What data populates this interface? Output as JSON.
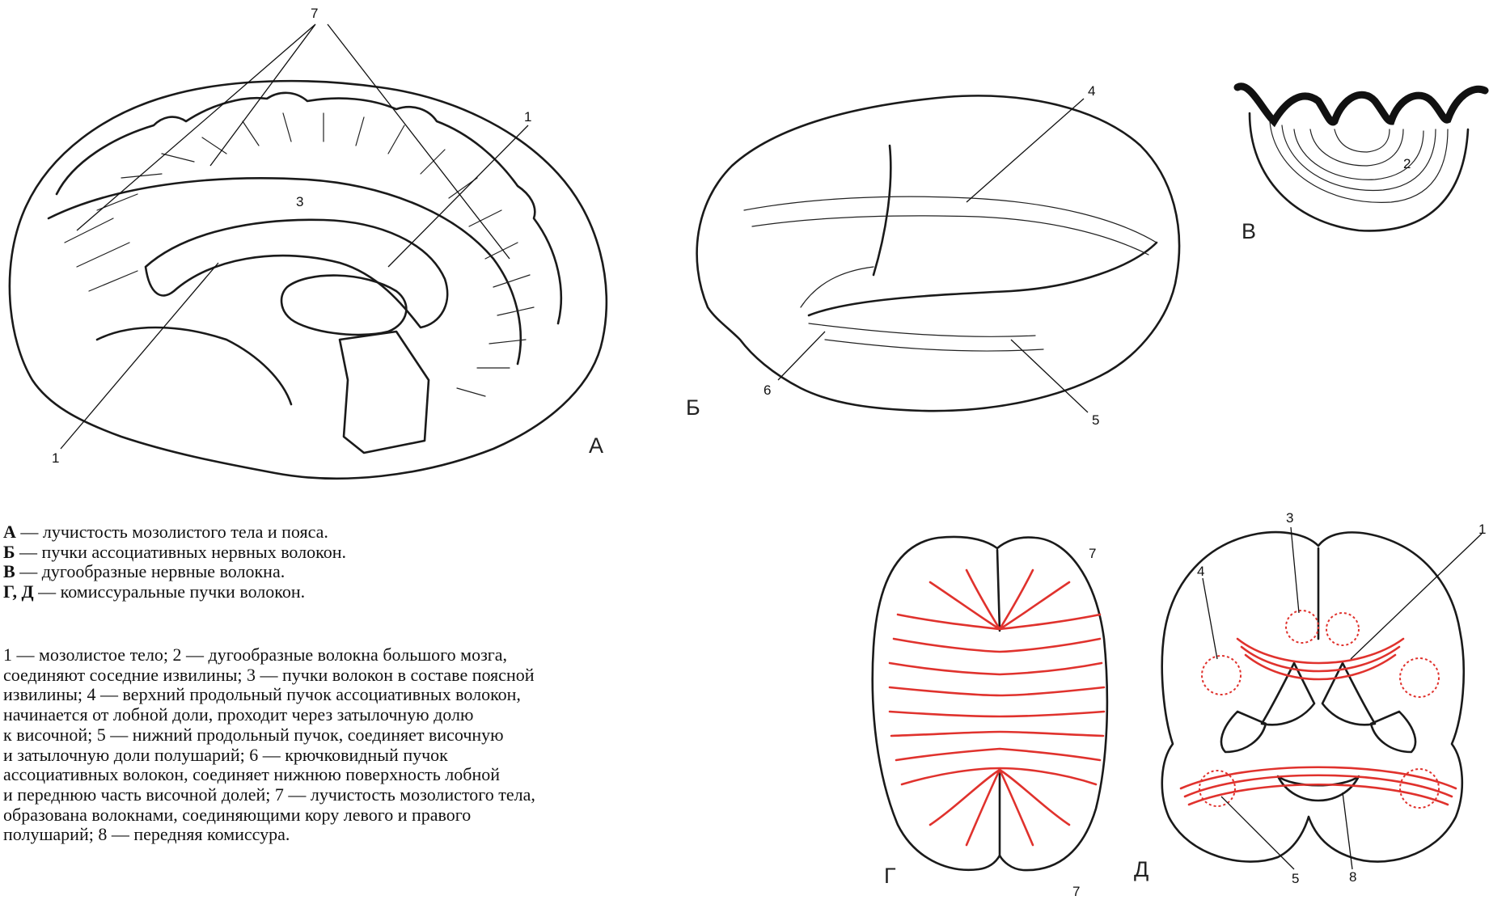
{
  "panels": {
    "a": "А",
    "b": "Б",
    "v": "В",
    "g": "Г",
    "d": "Д"
  },
  "callouts": {
    "a_7": "7",
    "a_1_top": "1",
    "a_3": "3",
    "a_1_bottom": "1",
    "b_4": "4",
    "b_6": "6",
    "b_5": "5",
    "v_2": "2",
    "g_7_top": "7",
    "g_7_bottom": "7",
    "d_3": "3",
    "d_1": "1",
    "d_4": "4",
    "d_5": "5",
    "d_8": "8"
  },
  "legend": [
    {
      "key": "А",
      "text": " — лучистость мозолистого тела и пояса."
    },
    {
      "key": "Б",
      "text": " — пучки ассоциативных нервных волокон."
    },
    {
      "key": "В",
      "text": " — дугообразные нервные волокна."
    },
    {
      "key": "Г, Д",
      "text": " — комиссуральные пучки волокон."
    }
  ],
  "description_lines": [
    " 1 — мозолистое тело; 2 — дугообразные волокна большого мозга,",
    "соединяют соседние извилины; 3 — пучки волокон в составе поясной",
    "извилины; 4 — верхний продольный пучок ассоциативных волокон,",
    "начинается от лобной доли, проходит через затылочную долю",
    "к височной; 5 — нижний продольный пучок, соединяет височную",
    "и затылочную доли полушарий; 6 — крючковидный пучок",
    "ассоциативных волокон, соединяет нижнюю поверхность лобной",
    "и переднюю часть височной долей; 7 — лучистость мозолистого тела,",
    "образована волокнами, соединяющими кору левого и правого",
    "полушарий; 8 — передняя комиссура."
  ],
  "colors": {
    "ink": "#1a1a1a",
    "commissural_fibers": "#e0322d",
    "background": "#ffffff"
  }
}
